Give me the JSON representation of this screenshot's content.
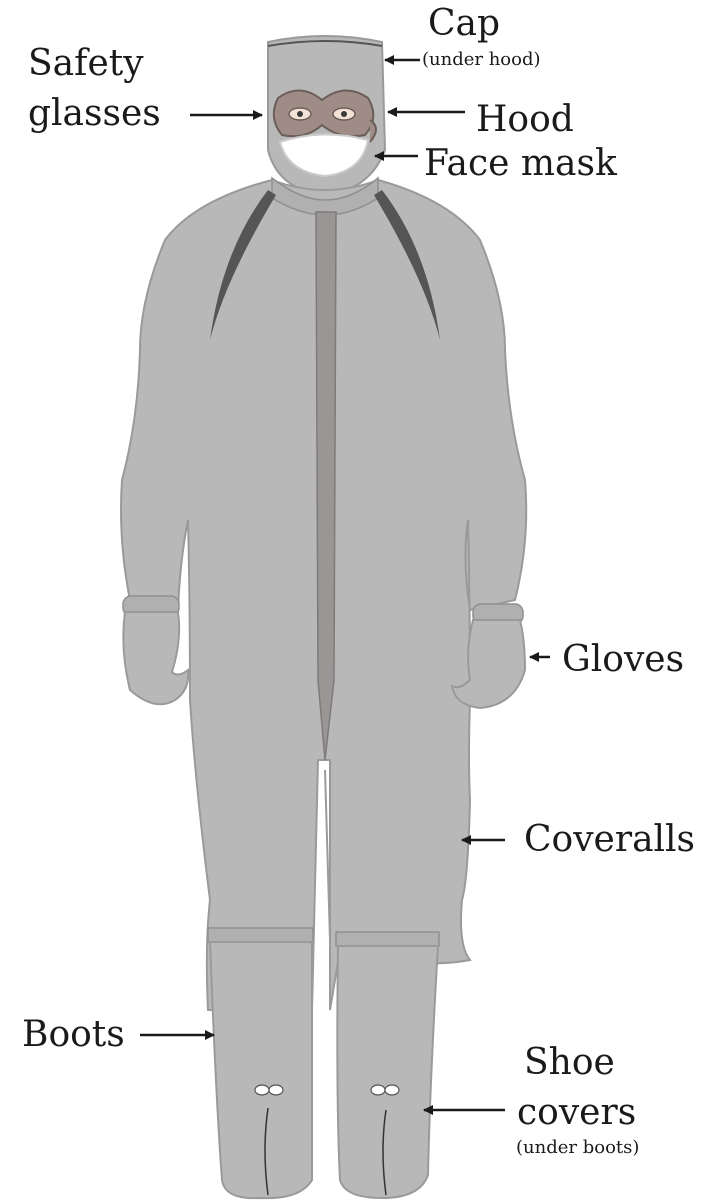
{
  "labels": {
    "cap": "Cap",
    "cap_note": "(under hood)",
    "safety_glasses": "Safety\nglasses",
    "safety_glasses_line1": "Safety",
    "safety_glasses_line2": "glasses",
    "hood": "Hood",
    "face_mask": "Face mask",
    "gloves": "Gloves",
    "coveralls": "Coveralls",
    "boots": "Boots",
    "shoe_covers_line1": "Shoe",
    "shoe_covers_line2": "covers",
    "shoe_covers_note": "(under boots)"
  },
  "colors": {
    "suit": "#b8b8b8",
    "suit_outline": "#9a9a9a",
    "seam": "#555555",
    "zipper": "#9a9696",
    "goggles": "#a08c86",
    "mask": "#ffffff",
    "text": "#1a1a1a"
  }
}
